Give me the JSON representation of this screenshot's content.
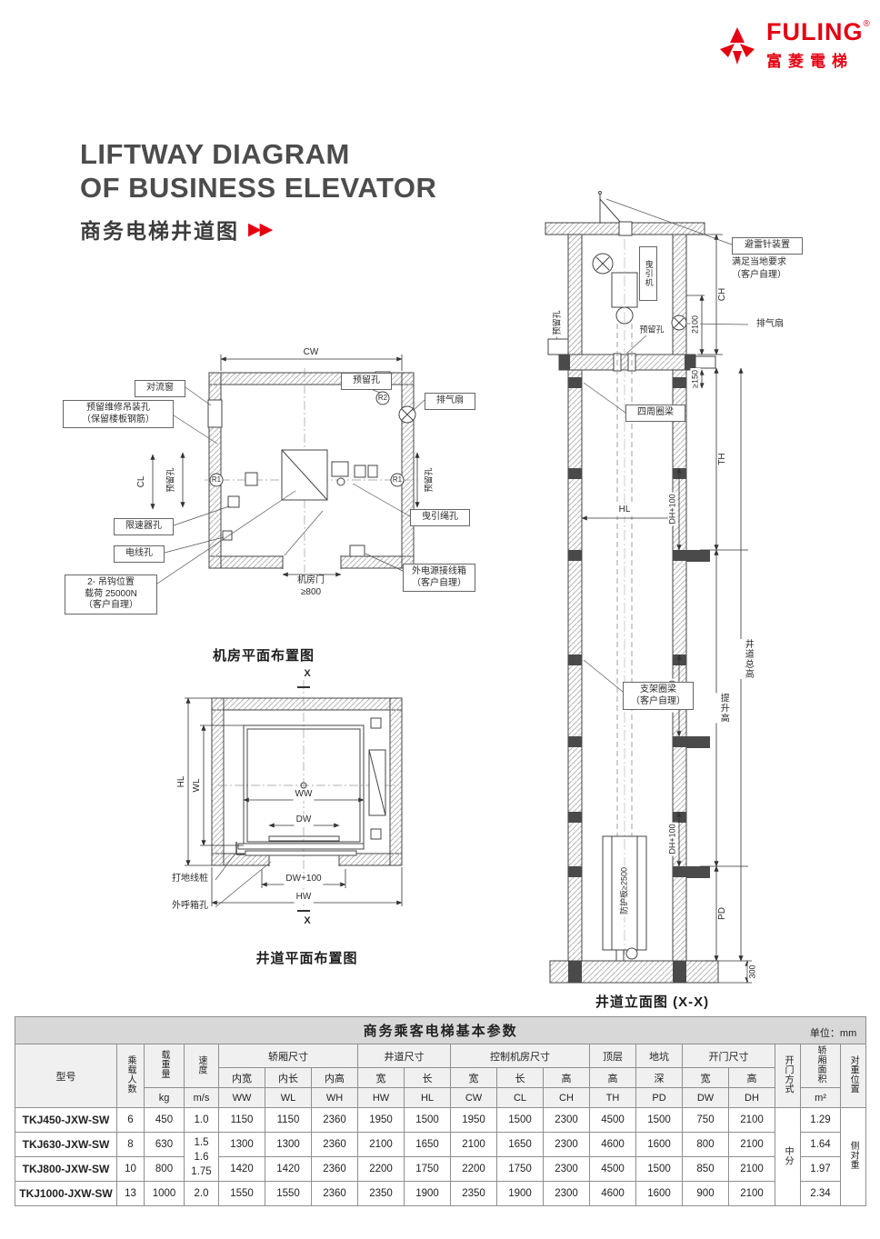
{
  "logo": {
    "brand": "FULING",
    "reg": "®",
    "brand_cn": "富菱電梯"
  },
  "title": {
    "line1": "LIFTWAY DIAGRAM",
    "line2": "OF BUSINESS ELEVATOR",
    "subtitle": "商务电梯井道图",
    "arrows": "▶▶"
  },
  "mrp": {
    "caption": "机房平面布置图",
    "cw": "CW",
    "cl": "CL",
    "convection_window": "对流窗",
    "reserved_hole": "预留孔",
    "r1": "R1",
    "r2": "R2",
    "exhaust_fan": "排气扇",
    "maint_line1": "预留维修吊装孔",
    "maint_line2": "（保留楼板钢筋）",
    "governor_hole": "限速器孔",
    "wire_hole": "电线孔",
    "rope_hole": "曳引绳孔",
    "hook_line1": "2- 吊钩位置",
    "hook_line2": "载荷 25000N",
    "hook_line3": "（客户自理）",
    "door": "机房门",
    "door_min": "≥800",
    "power_line1": "外电源接线箱",
    "power_line2": "（客户自理）"
  },
  "sp": {
    "caption": "井道平面布置图",
    "x": "X",
    "hl": "HL",
    "wl": "WL",
    "ww": "WW",
    "dw": "DW",
    "dw100": "DW+100",
    "hw": "HW",
    "ground_stake": "打地线桩",
    "call_box": "外呼箱孔"
  },
  "sec": {
    "caption": "井道立面图 (X-X)",
    "lightning_line1": "避雷针装置",
    "lightning_line2": "满足当地要求",
    "lightning_line3": "（客户自理）",
    "traction_machine": "曳引机",
    "reserved_hole": "预留孔",
    "exhaust_fan": "排气扇",
    "ch": "CH",
    "dim2100": "2100",
    "ge150": "≥150",
    "ring_beam": "四周圈梁",
    "th": "TH",
    "dh100": "DH+100",
    "hl": "HL",
    "bracket_line1": "支架圈梁",
    "bracket_line2": "（客户自理）",
    "lift_height": "提升高",
    "total_height": "井道总高",
    "guard_plate": "防护板≥2500",
    "pd": "PD",
    "dim300": "300"
  },
  "table": {
    "title": "商务乘客电梯基本参数",
    "unit": "单位：mm",
    "h": {
      "model": "型号",
      "passengers": "乘载人数",
      "load": "载重量",
      "load_unit": "kg",
      "speed": "速度",
      "speed_unit": "m/s",
      "car": "轿厢尺寸",
      "car_w": "内宽",
      "car_l": "内长",
      "car_h": "内高",
      "ww": "WW",
      "wl": "WL",
      "wh": "WH",
      "shaft": "井道尺寸",
      "shaft_w": "宽",
      "shaft_l": "长",
      "hw": "HW",
      "hl": "HL",
      "room": "控制机房尺寸",
      "room_w": "宽",
      "room_l": "长",
      "room_h": "高",
      "cw": "CW",
      "cl": "CL",
      "ch": "CH",
      "top": "顶层",
      "top_h": "高",
      "th": "TH",
      "pit": "地坑",
      "pit_d": "深",
      "pd": "PD",
      "door": "开门尺寸",
      "door_w": "宽",
      "door_h": "高",
      "dw": "DW",
      "dh": "DH",
      "door_mode": "开门方式",
      "area": "轿厢面积",
      "area_unit": "m²",
      "cwt": "对重位置"
    },
    "rows": [
      {
        "model": "TKJ450-JXW-SW",
        "p": "6",
        "load": "450",
        "ww": "1150",
        "wl": "1150",
        "wh": "2360",
        "hw": "1950",
        "hl": "1500",
        "cw": "1950",
        "cl": "1500",
        "ch": "2300",
        "th": "4500",
        "pd": "1500",
        "dw": "750",
        "dh": "2100",
        "area": "1.29"
      },
      {
        "model": "TKJ630-JXW-SW",
        "p": "8",
        "load": "630",
        "ww": "1300",
        "wl": "1300",
        "wh": "2360",
        "hw": "2100",
        "hl": "1650",
        "cw": "2100",
        "cl": "1650",
        "ch": "2300",
        "th": "4600",
        "pd": "1600",
        "dw": "800",
        "dh": "2100",
        "area": "1.64"
      },
      {
        "model": "TKJ800-JXW-SW",
        "p": "10",
        "load": "800",
        "ww": "1420",
        "wl": "1420",
        "wh": "2360",
        "hw": "2200",
        "hl": "1750",
        "cw": "2200",
        "cl": "1750",
        "ch": "2300",
        "th": "4500",
        "pd": "1500",
        "dw": "850",
        "dh": "2100",
        "area": "1.97"
      },
      {
        "model": "TKJ1000-JXW-SW",
        "p": "13",
        "load": "1000",
        "ww": "1550",
        "wl": "1550",
        "wh": "2360",
        "hw": "2350",
        "hl": "1900",
        "cw": "2350",
        "cl": "1900",
        "ch": "2300",
        "th": "4600",
        "pd": "1600",
        "dw": "900",
        "dh": "2100",
        "area": "2.34"
      }
    ],
    "speed_r1": "1.0",
    "speed_r23_1": "1.5",
    "speed_r23_2": "1.6",
    "speed_r23_3": "1.75",
    "speed_r4": "2.0",
    "door_mode_value": "中分",
    "cwt_value": "侧对重"
  }
}
